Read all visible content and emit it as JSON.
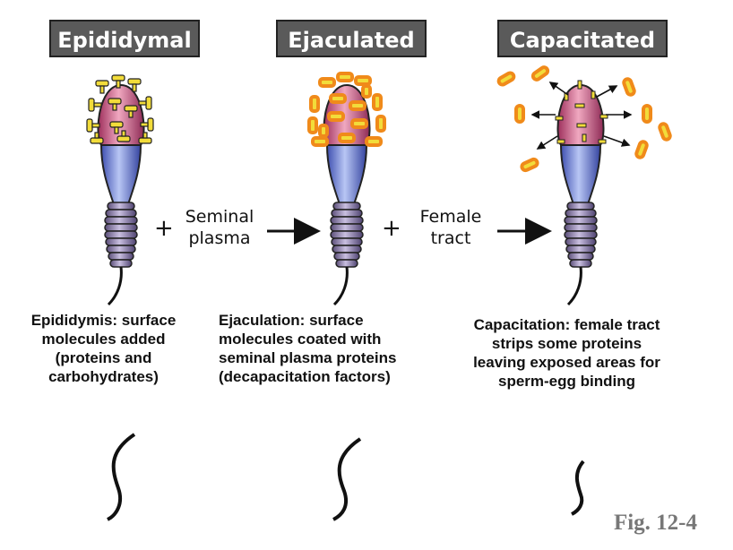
{
  "stages": [
    {
      "title": "Epididymal",
      "description": "Epididymis: surface molecules added (proteins and carbohydrates)"
    },
    {
      "title": "Ejaculated",
      "description": "Ejaculation: surface molecules coated with seminal plasma proteins (decapacitation factors)"
    },
    {
      "title": "Capacitated",
      "description": "Capacitation: female tract strips some proteins leaving exposed areas for sperm-egg binding"
    }
  ],
  "transitions": [
    {
      "symbol": "+",
      "label_line1": "Seminal",
      "label_line2": "plasma"
    },
    {
      "symbol": "+",
      "label_line1": "Female",
      "label_line2": "tract"
    }
  ],
  "figure_label": "Fig. 12-4",
  "colors": {
    "title_bg": "#5a5a5a",
    "head_pink": "#c4587a",
    "midpiece_blue": "#6f86d6",
    "tail_purple": "#8d7fa8",
    "protein_yellow": "#f2dc3a",
    "coat_orange": "#f08a1a"
  }
}
